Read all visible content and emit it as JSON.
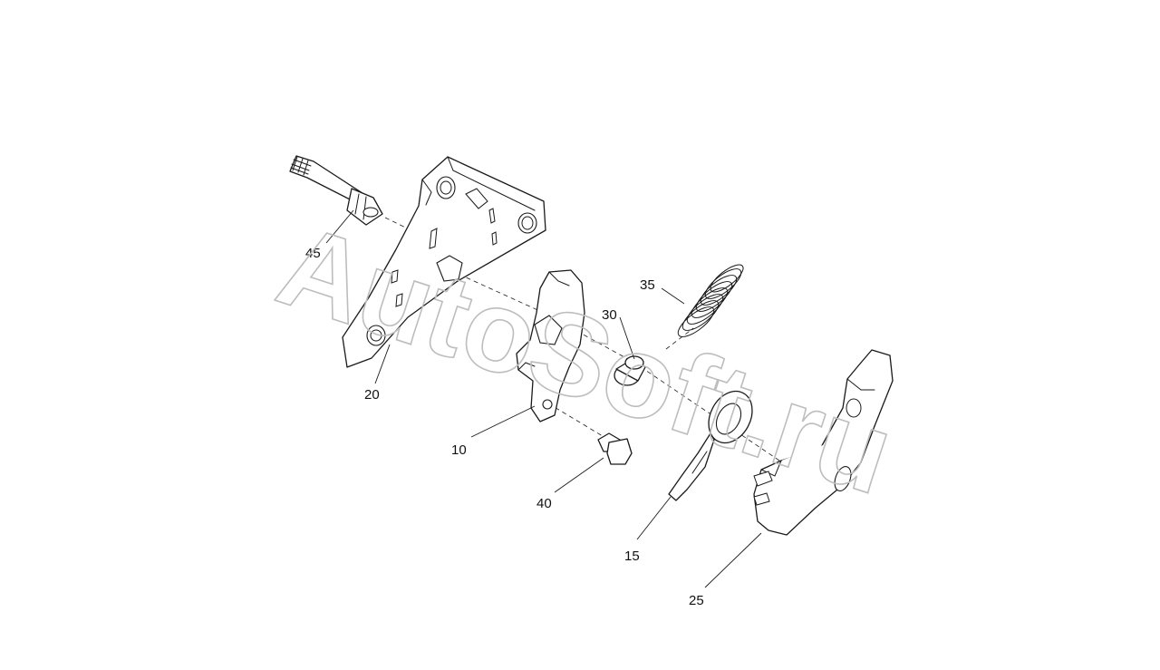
{
  "watermark": {
    "text": "AutoSoft.ru"
  },
  "callouts": [
    {
      "id": "45",
      "label": "45"
    },
    {
      "id": "20",
      "label": "20"
    },
    {
      "id": "10",
      "label": "10"
    },
    {
      "id": "40",
      "label": "40"
    },
    {
      "id": "35",
      "label": "35"
    },
    {
      "id": "30",
      "label": "30"
    },
    {
      "id": "15",
      "label": "15"
    },
    {
      "id": "25",
      "label": "25"
    }
  ],
  "colors": {
    "line": "#1a1a1a",
    "watermark": "#bdbdbd",
    "background": "#ffffff"
  }
}
